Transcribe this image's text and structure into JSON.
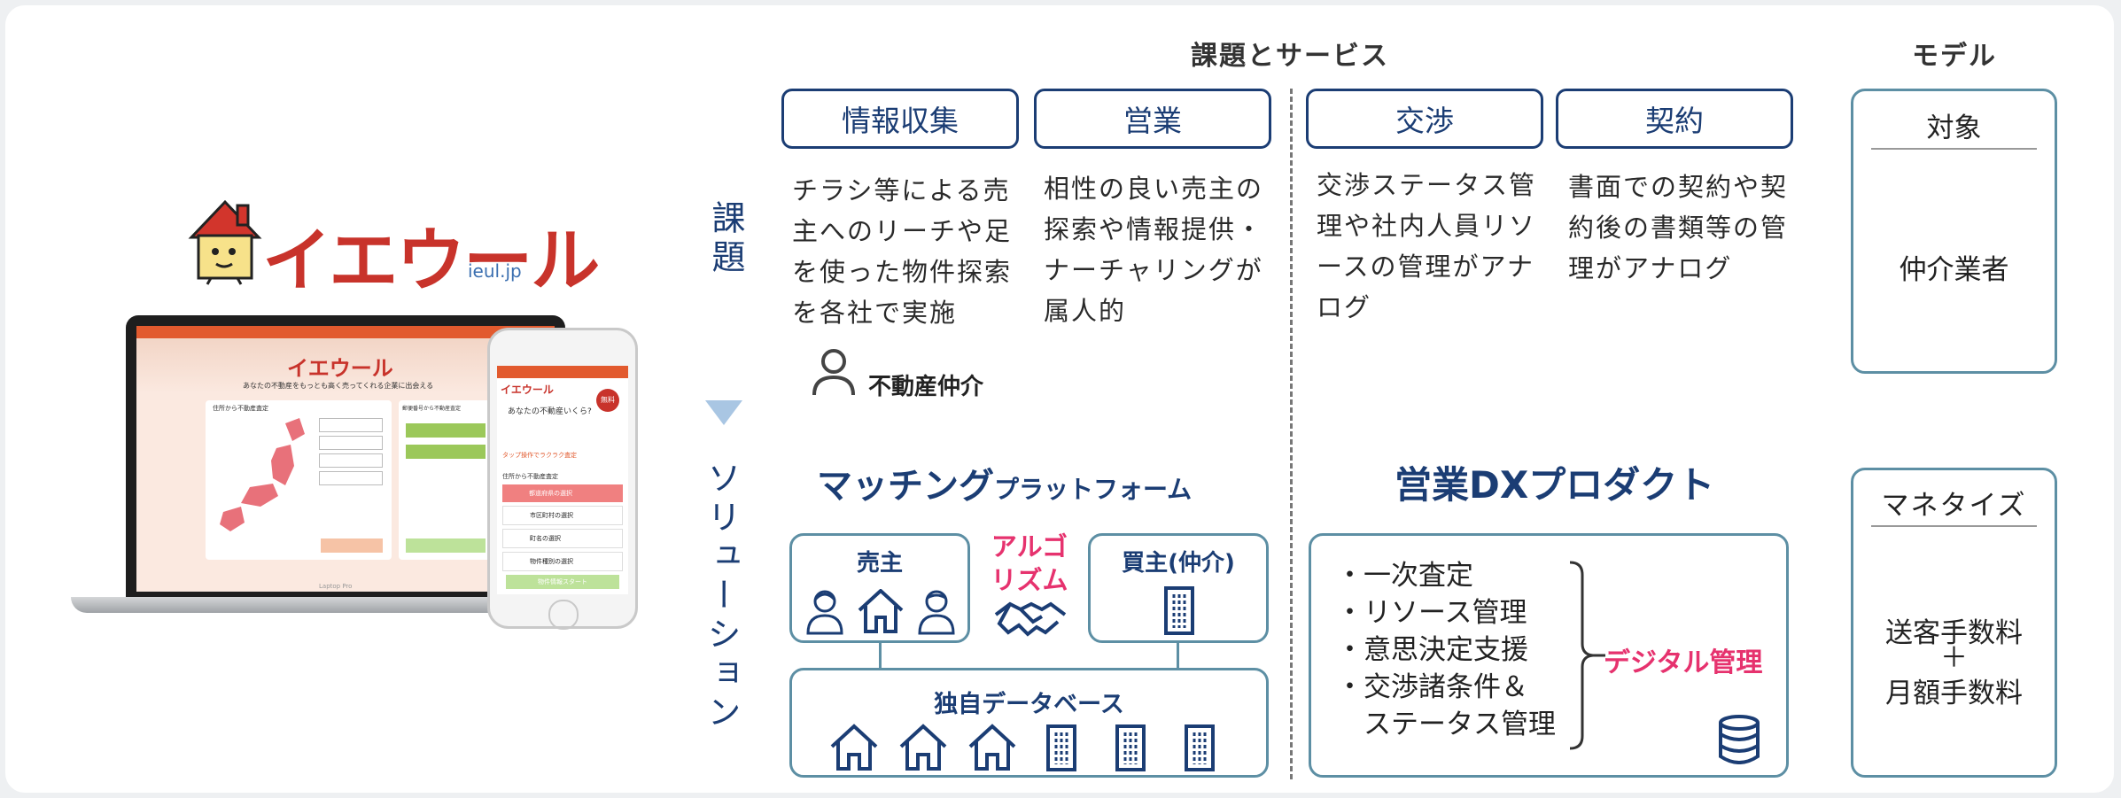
{
  "headers": {
    "issues_services": "課題とサービス",
    "model": "モデル"
  },
  "row_labels": {
    "issue": "課題",
    "solution": "ソリューション"
  },
  "stages": [
    {
      "title": "情報収集",
      "description": "チラシ等による売主へのリーチや足を使った物件探索を各社で実施"
    },
    {
      "title": "営業",
      "description": "相性の良い売主の探索や情報提供・ナーチャリングが属人的"
    },
    {
      "title": "交渉",
      "description": "交渉ステータス管理や社内人員リソースの管理がアナログ"
    },
    {
      "title": "契約",
      "description": "書面での契約や契約後の書類等の管理がアナログ"
    }
  ],
  "broker_label": "不動産仲介",
  "matching": {
    "title_main": "マッチング",
    "title_sub": "プラットフォーム",
    "seller": "売主",
    "buyer": "買主(仲介)",
    "algorithm": "アルゴリズム",
    "database": "独自データベース"
  },
  "dx": {
    "title": "営業DXプロダクト",
    "items": [
      "・一次査定",
      "・リソース管理",
      "・意思決定支援",
      "・交渉諸条件＆",
      "　ステータス管理"
    ],
    "result": "デジタル管理"
  },
  "model": {
    "target_label": "対象",
    "target_value": "仲介業者",
    "monetize_label": "マネタイズ",
    "fee_1": "送客手数料",
    "plus": "＋",
    "fee_2": "月額手数料"
  },
  "brand": {
    "name": "イエウール",
    "domain": "ieul.jp",
    "laptop_tagline": "あなたの不動産をもっとも高く売ってくれる企業に出会える",
    "laptop_model": "Laptop Pro",
    "phone_question": "あなたの不動産いくら?",
    "phone_free": "無料",
    "phone_tap": "タップ操作でラクラク査定",
    "phone_section": "住所から不動産査定",
    "phone_steps": [
      "都道府県の選択",
      "市区町村の選択",
      "町名の選択",
      "物件種別の選択"
    ],
    "phone_button": "物件情報スタート",
    "laptop_section_1": "住所から不動産査定",
    "laptop_section_2": "郵便番号から不動産査定"
  },
  "colors": {
    "navy": "#1b3d74",
    "teal": "#5d8fa4",
    "pink": "#e6326e",
    "brand_red": "#c8332b",
    "arrow": "#a9c6e3"
  }
}
